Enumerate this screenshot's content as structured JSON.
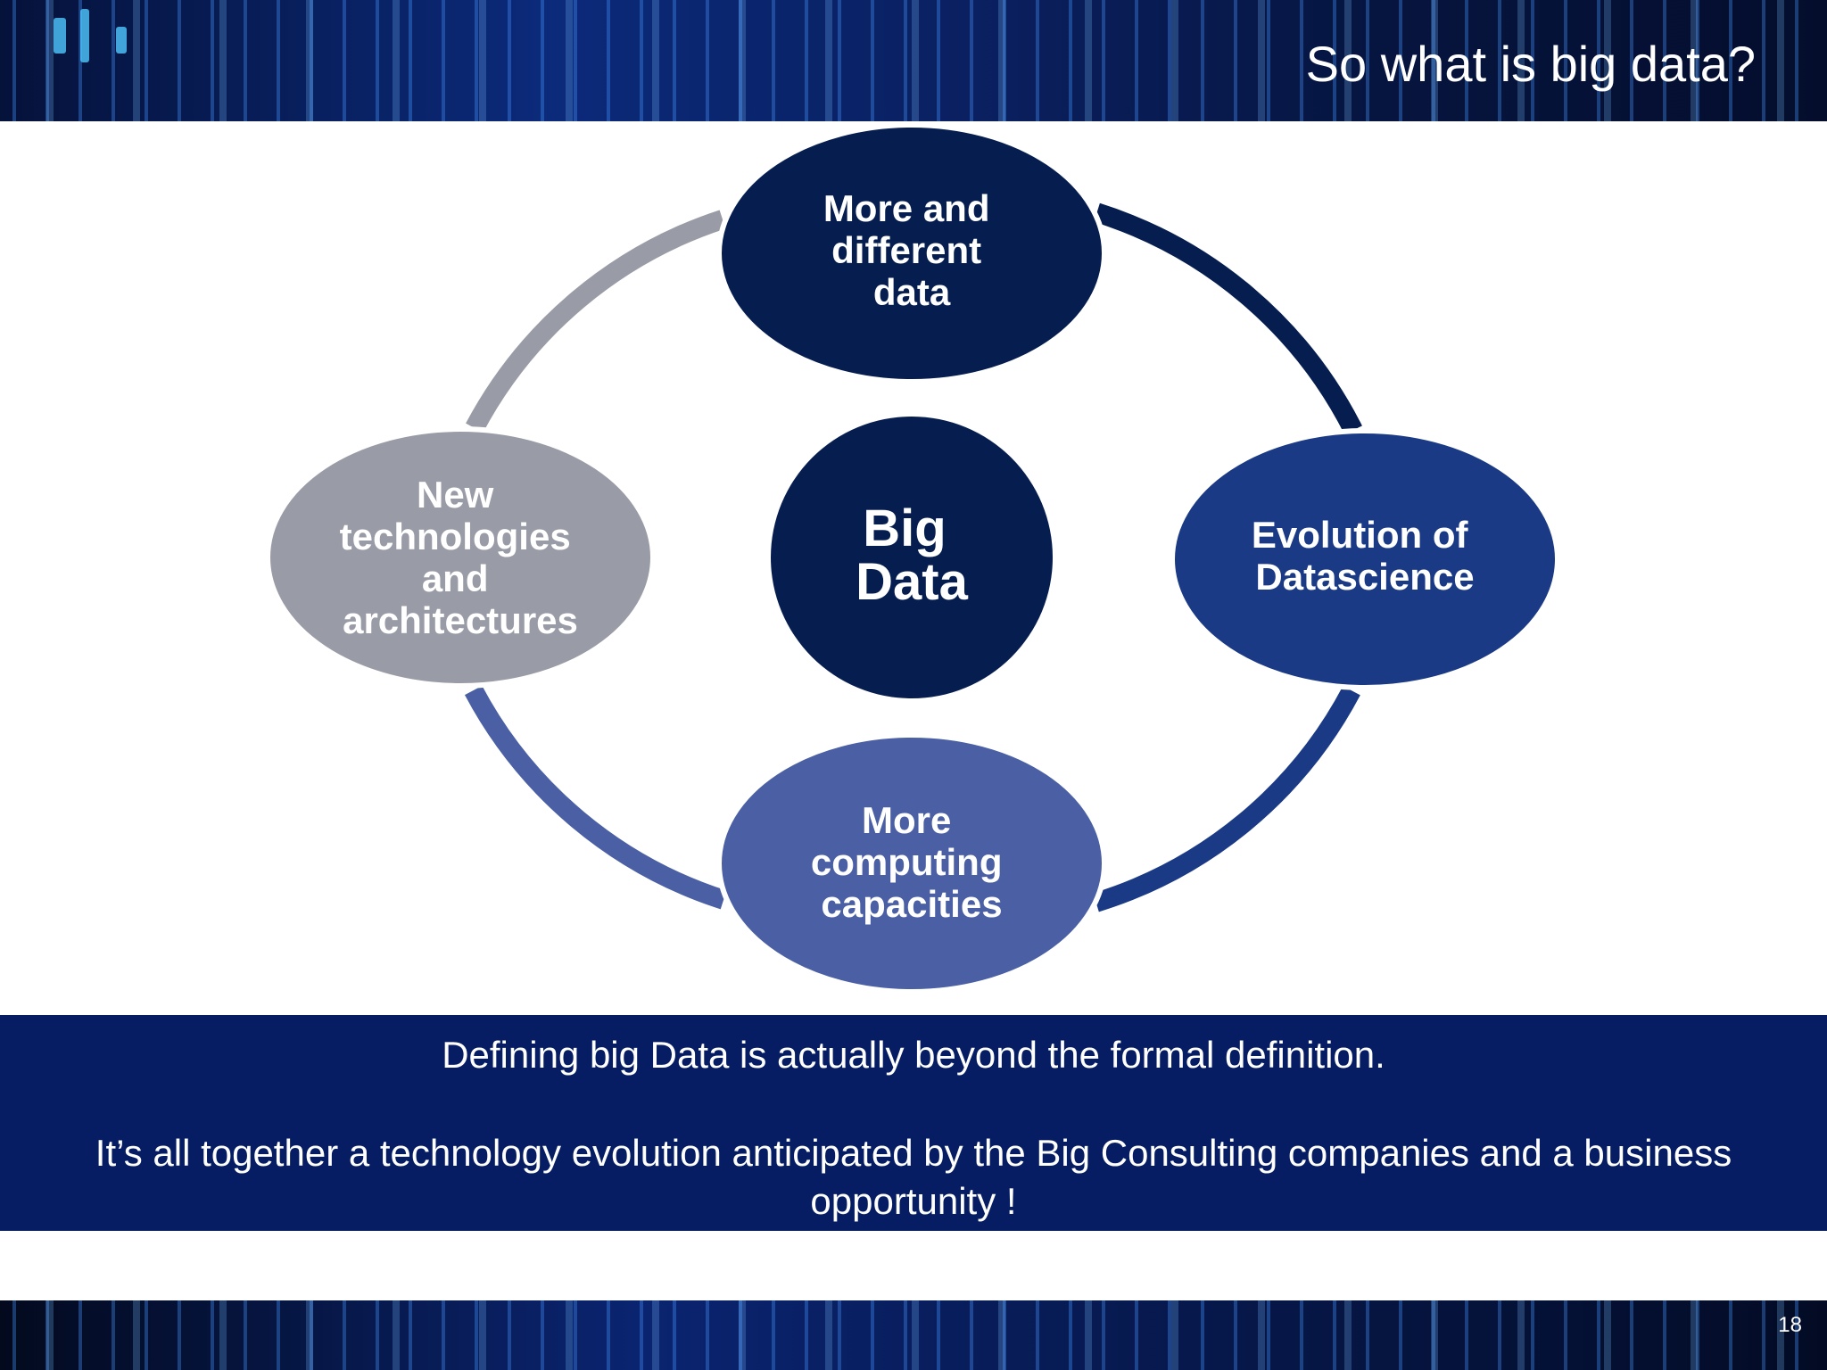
{
  "header": {
    "title": "So what is big data?"
  },
  "footer": {
    "page_number": "18"
  },
  "diagram": {
    "center": {
      "line1": "Big",
      "line2": "Data"
    },
    "nodes": {
      "top": {
        "lines": [
          "More and",
          "different",
          "data"
        ]
      },
      "right": {
        "lines": [
          "Evolution of",
          "Datascience"
        ]
      },
      "bottom": {
        "lines": [
          "More",
          "computing",
          "capacities"
        ]
      },
      "left": {
        "lines": [
          "New",
          "technologies",
          "and",
          "architectures"
        ]
      }
    }
  },
  "summary": {
    "line1": "Defining big Data is actually beyond the formal definition.",
    "line2": "It’s all together a technology evolution anticipated by the Big Consulting companies and a business opportunity !"
  },
  "colors": {
    "navy": "#061d4f",
    "blue": "#1b3a85",
    "periwinkle": "#4a5fa4",
    "gray": "#999ca6",
    "banner": "#061d63"
  }
}
